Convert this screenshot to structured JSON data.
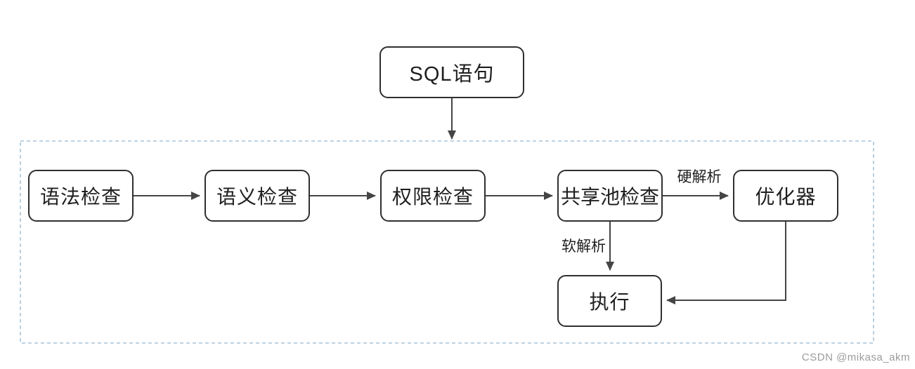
{
  "diagram": {
    "type": "flowchart",
    "nodes": {
      "sql_statement": {
        "label": "SQL语句"
      },
      "syntax_check": {
        "label": "语法检查"
      },
      "semantic_check": {
        "label": "语义检查"
      },
      "privilege_check": {
        "label": "权限检查"
      },
      "shared_pool_check": {
        "label": "共享池检查"
      },
      "optimizer": {
        "label": "优化器"
      },
      "execute": {
        "label": "执行"
      }
    },
    "edges": [
      {
        "from": "sql_statement",
        "to": "parse_flow_container",
        "label": ""
      },
      {
        "from": "syntax_check",
        "to": "semantic_check",
        "label": ""
      },
      {
        "from": "semantic_check",
        "to": "privilege_check",
        "label": ""
      },
      {
        "from": "privilege_check",
        "to": "shared_pool_check",
        "label": ""
      },
      {
        "from": "shared_pool_check",
        "to": "optimizer",
        "label": "硬解析"
      },
      {
        "from": "shared_pool_check",
        "to": "execute",
        "label": "软解析"
      },
      {
        "from": "optimizer",
        "to": "execute",
        "label": ""
      }
    ],
    "colors": {
      "node_border": "#2f2f2f",
      "edge": "#454545",
      "container_border": "#a8c4d8",
      "text": "#1f1f1f",
      "watermark": "#9c9c9c",
      "background": "#ffffff"
    }
  },
  "watermark": {
    "text": "CSDN @mikasa_akm"
  }
}
